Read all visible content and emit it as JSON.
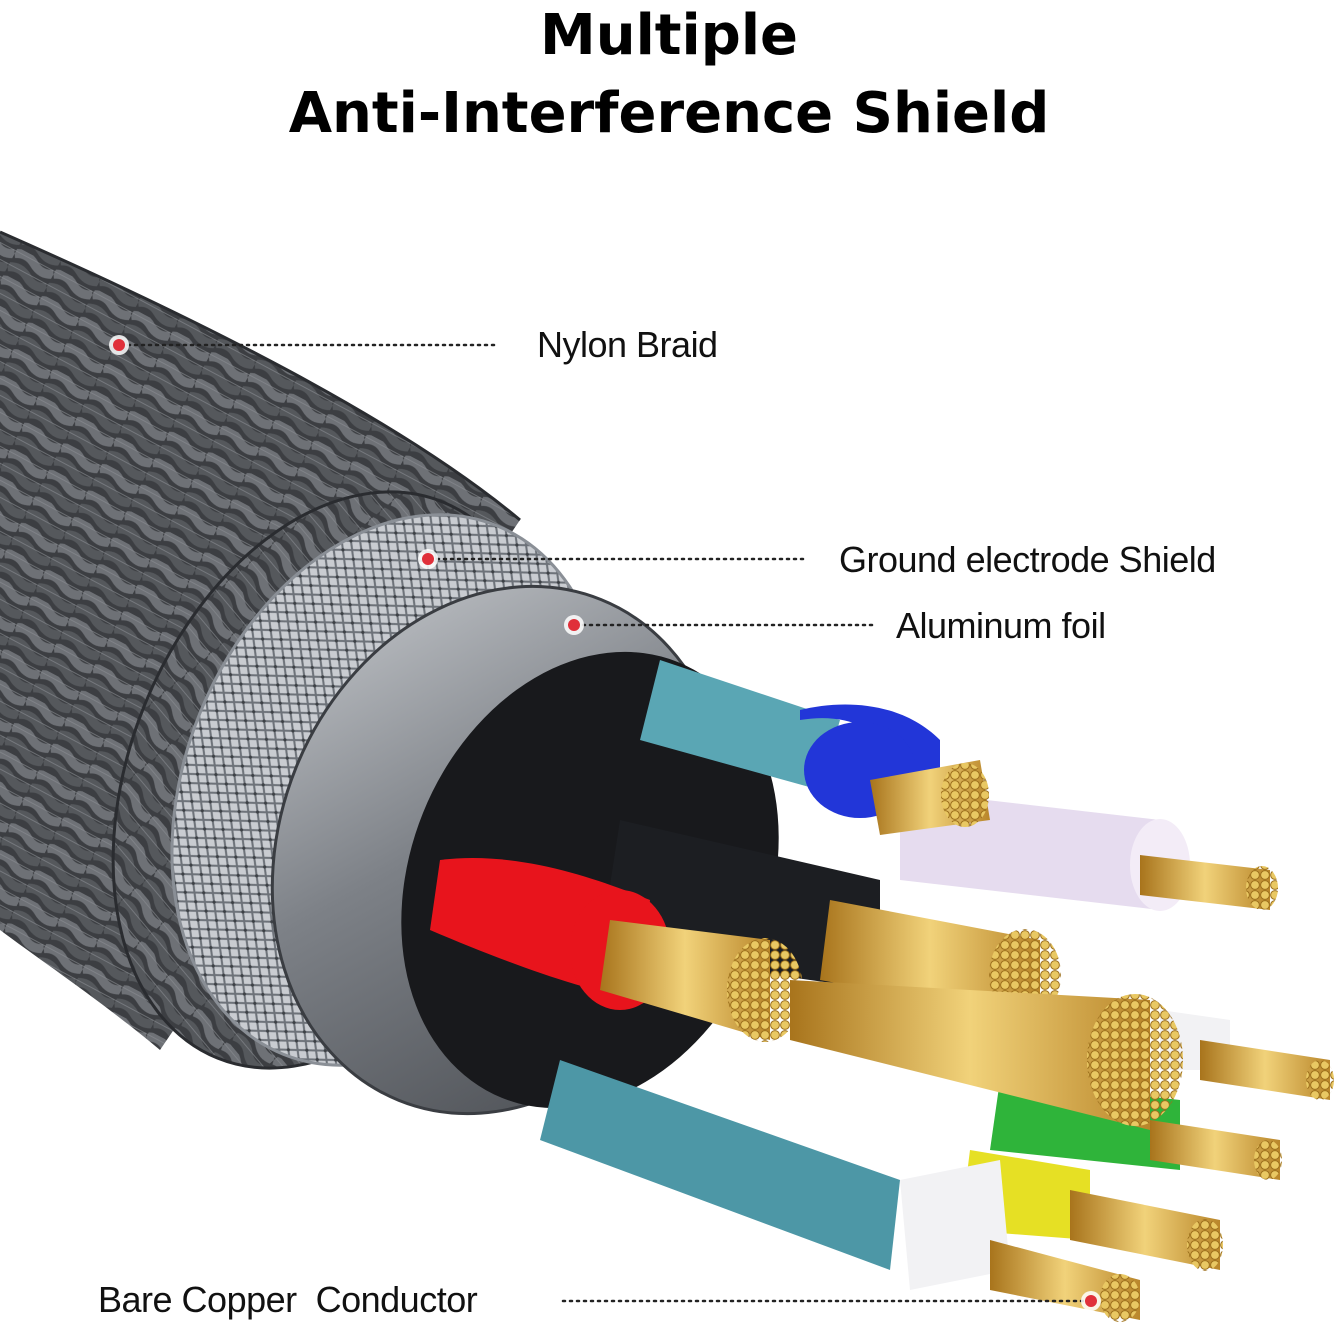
{
  "title": {
    "line1": "Multiple",
    "line2": "Anti-Interference Shield"
  },
  "labels": {
    "nylon_braid": "Nylon Braid",
    "ground_shield": "Ground electrode Shield",
    "aluminum_foil": "Aluminum foil",
    "bare_copper": "Bare Copper  Conductor"
  },
  "colors": {
    "marker": "#e0303a",
    "braid": "#4a4c50",
    "shield_mesh": "#b8bcc2",
    "foil": "#8d9096",
    "copper": "#d4a53c",
    "wire_blue": "#2236d8",
    "wire_lilac": "#e6dcef",
    "wire_red": "#e8141c",
    "wire_black": "#1c1e22",
    "wire_white": "#f2f2f4",
    "wire_green": "#2fb43a",
    "wire_yellow": "#e6e024",
    "wire_teal": "#5aa6b4"
  }
}
